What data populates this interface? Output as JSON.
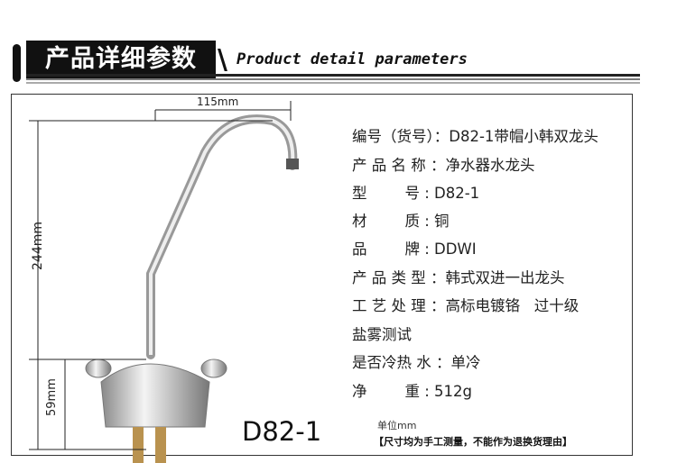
{
  "header": {
    "title_cn": "产品详细参数",
    "separator": "\\",
    "title_en": "Product detail parameters"
  },
  "dimensions": {
    "width": "115mm",
    "height": "244mm",
    "base_height": "59mm"
  },
  "specs": [
    "编号（货号）：D82-1带帽小韩双龙头",
    "产 品 名 称 ：净水器水龙头",
    "型        号 : D82-1",
    "材        质 : 铜",
    "品        牌 : DDWI",
    "产 品 类 型 ：韩式双进一出龙头",
    "工 艺 处 理 ：高标电镀铬   过十级",
    "盐雾测试",
    "是否冷热 水 ：单冷",
    "净        重 : 512g"
  ],
  "model_label": "D82-1",
  "unit_note": "单位mm",
  "disclaimer": "【尺寸均为手工测量，不能作为退换货理由】"
}
